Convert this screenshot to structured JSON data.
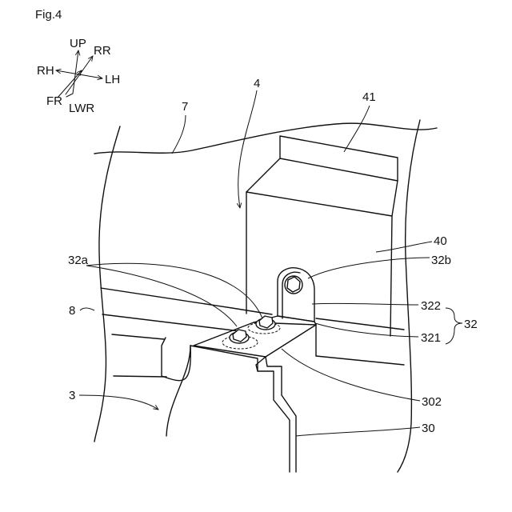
{
  "figure": {
    "title": "Fig.4"
  },
  "direction_key": {
    "up": "UP",
    "rr": "RR",
    "rh": "RH",
    "lh": "LH",
    "fr": "FR",
    "lwr": "LWR"
  },
  "labels": {
    "n7": "7",
    "n4": "4",
    "n41": "41",
    "n40": "40",
    "n32a": "32a",
    "n32b": "32b",
    "n8": "8",
    "n322": "322",
    "n32": "32",
    "n321": "321",
    "n3": "3",
    "n302": "302",
    "n30": "30"
  }
}
